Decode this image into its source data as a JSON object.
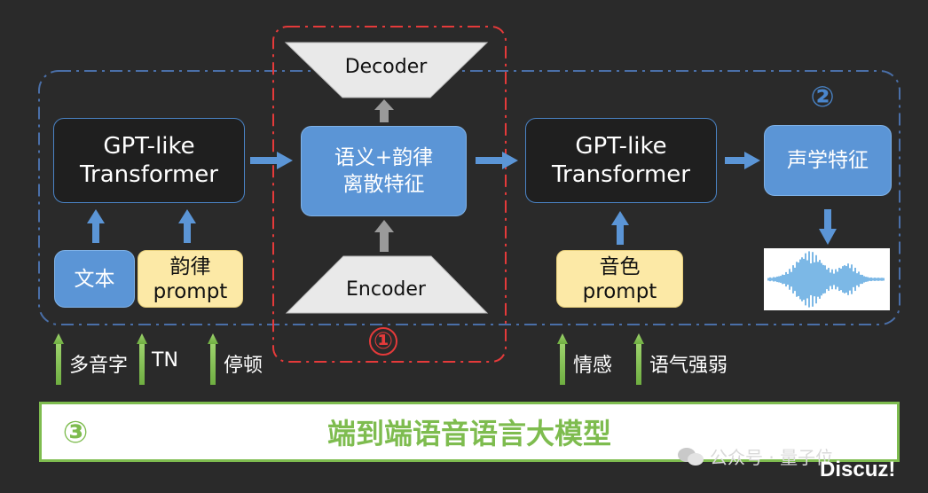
{
  "left_transformer": {
    "line1": "GPT-like",
    "line2": "Transformer"
  },
  "right_transformer": {
    "line1": "GPT-like",
    "line2": "Transformer"
  },
  "text_input": "文本",
  "prosody_prompt": {
    "line1": "韵律",
    "line2": "prompt"
  },
  "timbre_prompt": {
    "line1": "音色",
    "line2": "prompt"
  },
  "semantic_tokens": {
    "line1": "语义+韵律",
    "line2": "离散特征"
  },
  "acoustic_features": "声学特征",
  "decoder_label": "Decoder",
  "encoder_label": "Encoder",
  "markers": {
    "one": "①",
    "two": "②",
    "three": "③"
  },
  "features_left": [
    "多音字",
    "TN",
    "停顿"
  ],
  "features_right": [
    "情感",
    "语气强弱"
  ],
  "banner_title": "端到端语音语言大模型",
  "watermark": {
    "wechat": "公众号 · 量子位",
    "site": "Discuz!"
  },
  "colors": {
    "background": "#2a2a2a",
    "blue_accent": "#5b95d6",
    "red_dashed": "#e53a3a",
    "green": "#7ebc4f",
    "yellow": "#fce9a6"
  }
}
